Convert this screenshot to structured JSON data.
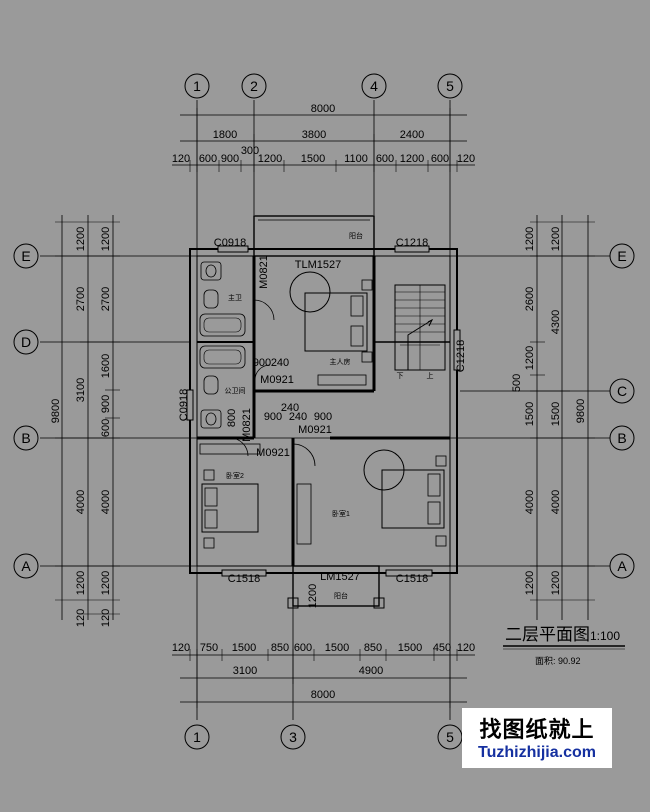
{
  "title": "二层平面图",
  "scale": "1:100",
  "area_label": "面积: 90.92",
  "grid_bubbles_top": [
    "1",
    "2",
    "4",
    "5"
  ],
  "grid_bubbles_bottom": [
    "1",
    "3",
    "5"
  ],
  "grid_bubbles_side": [
    "E",
    "D",
    "C",
    "B",
    "A"
  ],
  "dims_top": {
    "total": "8000",
    "row2": [
      "1800",
      "3800",
      "2400"
    ],
    "row3": [
      "120",
      "600",
      "900",
      "300",
      "1200",
      "1500",
      "1100",
      "600",
      "1200",
      "600",
      "120"
    ]
  },
  "dims_bottom": {
    "row1": [
      "120",
      "750",
      "1500",
      "850",
      "600",
      "1500",
      "850",
      "1500",
      "450",
      "120"
    ],
    "row2": [
      "3100",
      "4900"
    ],
    "total": "8000"
  },
  "dims_left": {
    "total": "9800",
    "outer": [
      "1200",
      "2700",
      "3100",
      "4000",
      "1200"
    ],
    "inner": [
      "1200",
      "2700",
      "1600",
      "900",
      "600",
      "4000",
      "1200",
      "120",
      "120"
    ]
  },
  "dims_right": {
    "total": "9800",
    "outer": [
      "1200",
      "4300",
      "1500",
      "4000",
      "1200"
    ],
    "inner": [
      "1200",
      "2600",
      "1200",
      "500",
      "1500",
      "4000",
      "1200"
    ]
  },
  "labels": {
    "c0918_top": "C0918",
    "c1218_top": "C1218",
    "c0918_left": "C0918",
    "c1218_right": "C1218",
    "c1518_left": "C1518",
    "c1518_right": "C1518",
    "tlm1527": "TLM1527",
    "lm1527": "LM1527",
    "m0821": "M0821",
    "m0921_a": "M0921",
    "m0921_b": "M0921",
    "m0921_c": "M0921",
    "m0821_b": "M0821",
    "balcony_top": "阳台",
    "balcony_bottom": "阳台",
    "master_bedroom": "主人房",
    "bathroom_master": "主卫",
    "bathroom_public": "公卫间",
    "bedroom2": "卧室2",
    "bedroom1": "卧室1",
    "stair_down": "下",
    "stair_up": "上",
    "d_900": "900",
    "d_240": "240",
    "d_240b": "240",
    "d_900b": "900",
    "d_900c": "900",
    "d_800": "800",
    "d_300": "300",
    "d_240c": "240",
    "d_1200": "1200"
  },
  "watermark": {
    "line1": "找图纸就上",
    "line2": "Tuzhizhijia.com"
  }
}
